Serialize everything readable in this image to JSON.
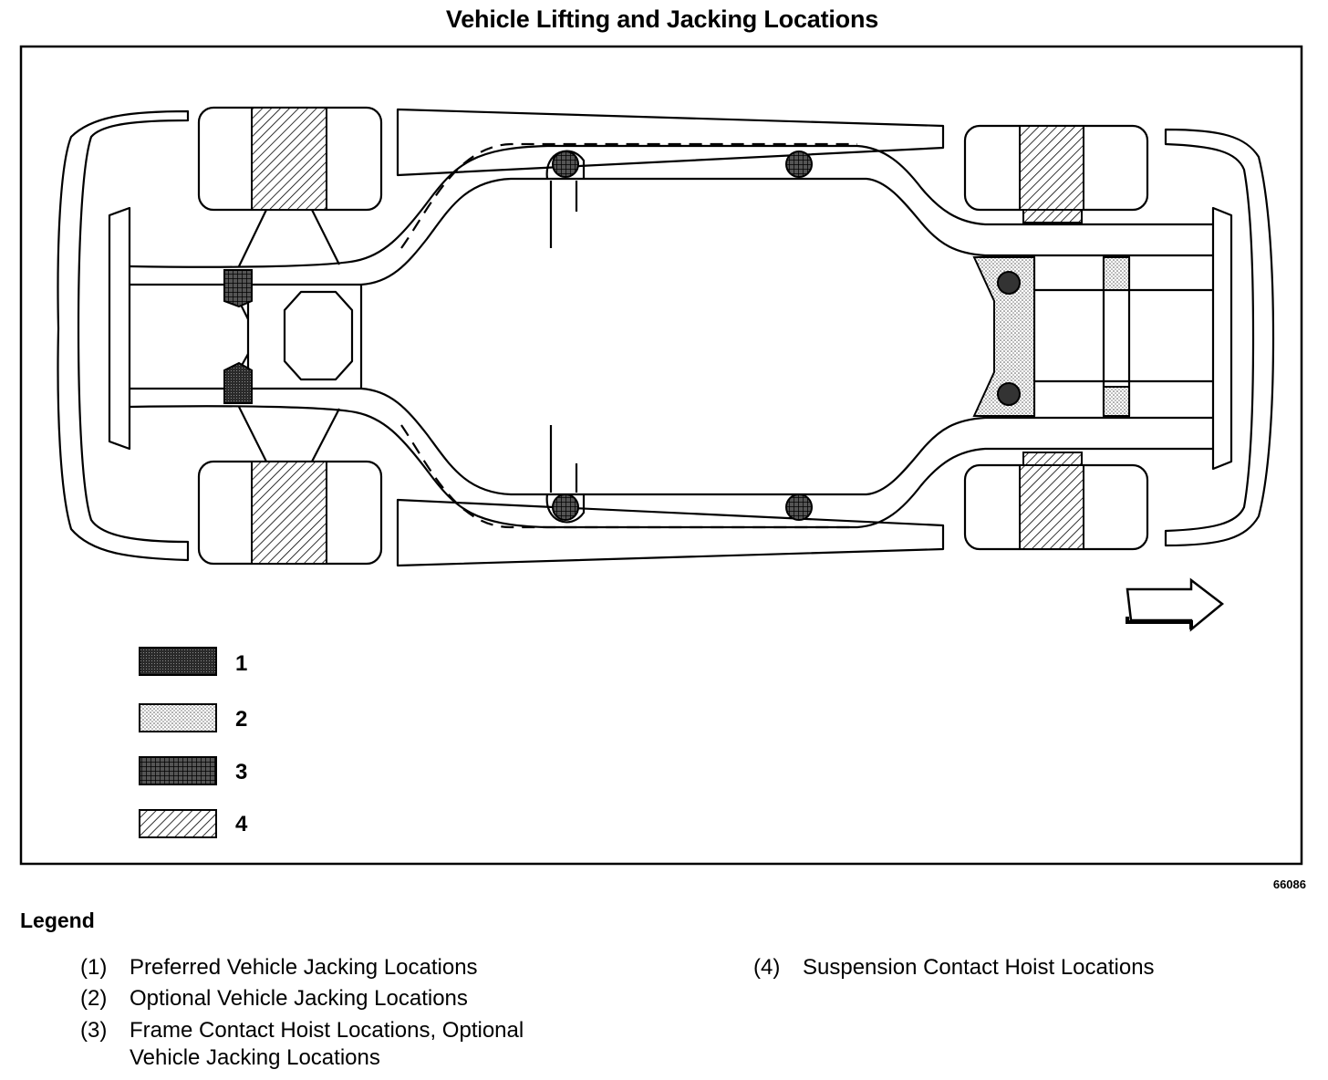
{
  "title": "Vehicle Lifting and Jacking Locations",
  "figure_code": "66086",
  "diagram": {
    "swatch_labels": [
      "1",
      "2",
      "3",
      "4"
    ],
    "icons": [
      "front-direction-arrow-icon"
    ]
  },
  "legend": {
    "title": "Legend",
    "items": [
      {
        "num": "(1)",
        "line1": "Preferred Vehicle Jacking Locations",
        "line2": ""
      },
      {
        "num": "(2)",
        "line1": "Optional Vehicle Jacking Locations",
        "line2": ""
      },
      {
        "num": "(3)",
        "line1": "Frame Contact Hoist Locations, Optional",
        "line2": "Vehicle Jacking Locations"
      },
      {
        "num": "(4)",
        "line1": "Suspension Contact Hoist Locations",
        "line2": ""
      }
    ]
  }
}
